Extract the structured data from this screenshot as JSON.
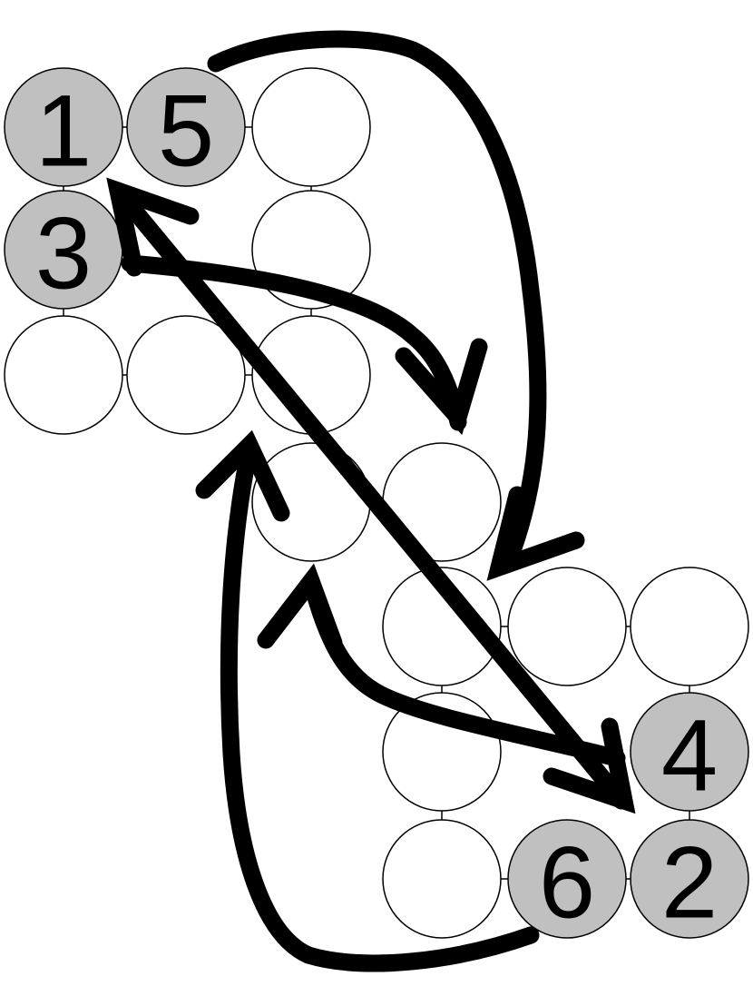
{
  "colors": {
    "visited_fill": "#c0c0c0",
    "empty_fill": "#ffffff",
    "stroke": "#000000"
  },
  "nodes": [
    {
      "id": "a1",
      "label": "1",
      "visited": true
    },
    {
      "id": "a2",
      "label": "5",
      "visited": true
    },
    {
      "id": "a3",
      "label": "",
      "visited": false
    },
    {
      "id": "a4",
      "label": "3",
      "visited": true
    },
    {
      "id": "a5",
      "label": "",
      "visited": false
    },
    {
      "id": "a6",
      "label": "",
      "visited": false
    },
    {
      "id": "a7",
      "label": "",
      "visited": false
    },
    {
      "id": "a8",
      "label": "",
      "visited": false
    },
    {
      "id": "m1",
      "label": "",
      "visited": false
    },
    {
      "id": "m2",
      "label": "",
      "visited": false
    },
    {
      "id": "b1",
      "label": "",
      "visited": false
    },
    {
      "id": "b2",
      "label": "",
      "visited": false
    },
    {
      "id": "b3",
      "label": "",
      "visited": false
    },
    {
      "id": "b4",
      "label": "",
      "visited": false
    },
    {
      "id": "b5",
      "label": "4",
      "visited": true
    },
    {
      "id": "b6",
      "label": "",
      "visited": false
    },
    {
      "id": "b7",
      "label": "6",
      "visited": true
    },
    {
      "id": "b8",
      "label": "2",
      "visited": true
    }
  ],
  "moves": [
    {
      "from": "1",
      "to": "2"
    },
    {
      "from": "2",
      "to": "3"
    },
    {
      "from": "3",
      "to": "4"
    },
    {
      "from": "4",
      "to": "5"
    },
    {
      "from": "5",
      "to": "6"
    },
    {
      "from": "6",
      "to": "1"
    }
  ]
}
